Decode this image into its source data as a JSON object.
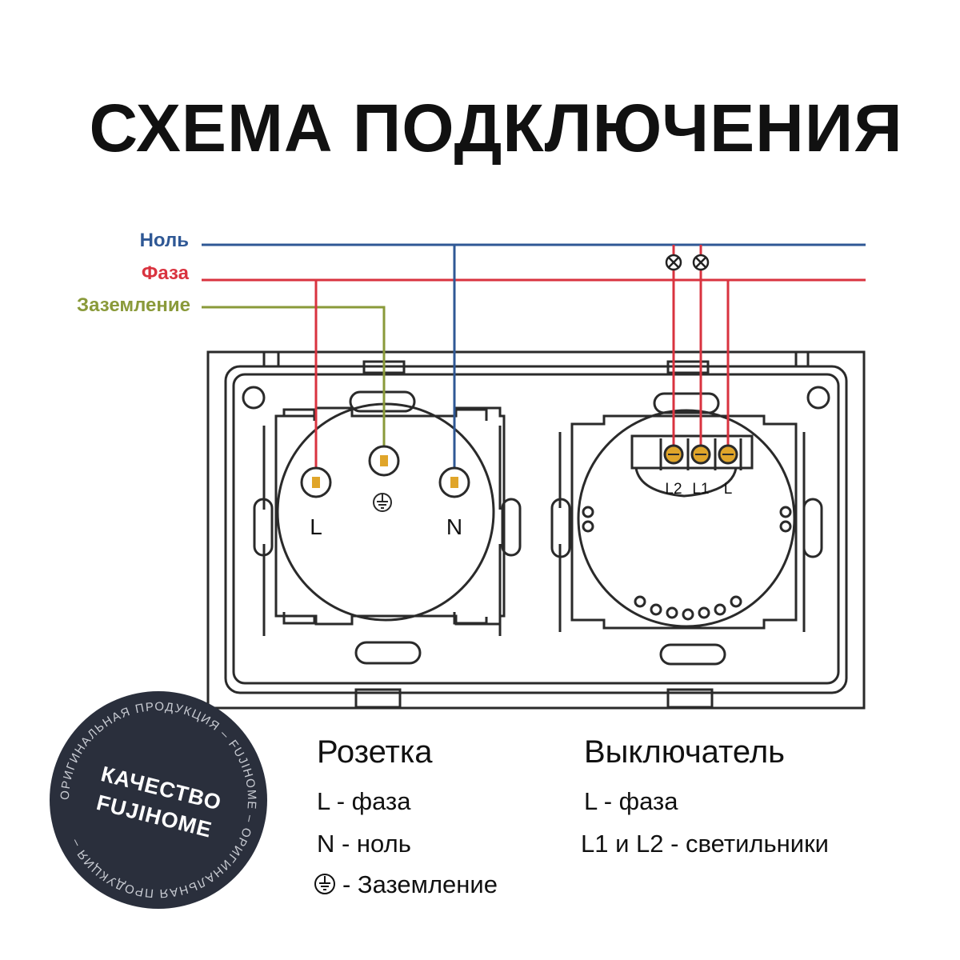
{
  "title": "СХЕМА ПОДКЛЮЧЕНИЯ",
  "wires": {
    "neutral": {
      "label": "Ноль",
      "color": "#2f5895"
    },
    "phase": {
      "label": "Фаза",
      "color": "#d9333f"
    },
    "ground": {
      "label": "Заземление",
      "color": "#8a9a3a"
    }
  },
  "socket": {
    "terminals": {
      "l": "L",
      "n": "N"
    },
    "legend_title": "Розетка",
    "legend": {
      "phase": "L - фаза",
      "neutral": "N - ноль",
      "ground": "- Заземление"
    }
  },
  "switch": {
    "terminals": {
      "l2": "L2",
      "l1": "L1",
      "l": "L"
    },
    "legend_title": "Выключатель",
    "legend": {
      "phase": "L - фаза",
      "lamps": "L1 и L2 - светильники"
    }
  },
  "badge": {
    "line1": "КАЧЕСТВО",
    "line2": "FUJIHOME",
    "ring_text": "ОРИГИНАЛЬНАЯ ПРОДУКЦИЯ – FUJIHOME – ОРИГИНАЛЬНАЯ ПРОДУКЦИЯ –",
    "bg_color": "#2a2f3c"
  }
}
